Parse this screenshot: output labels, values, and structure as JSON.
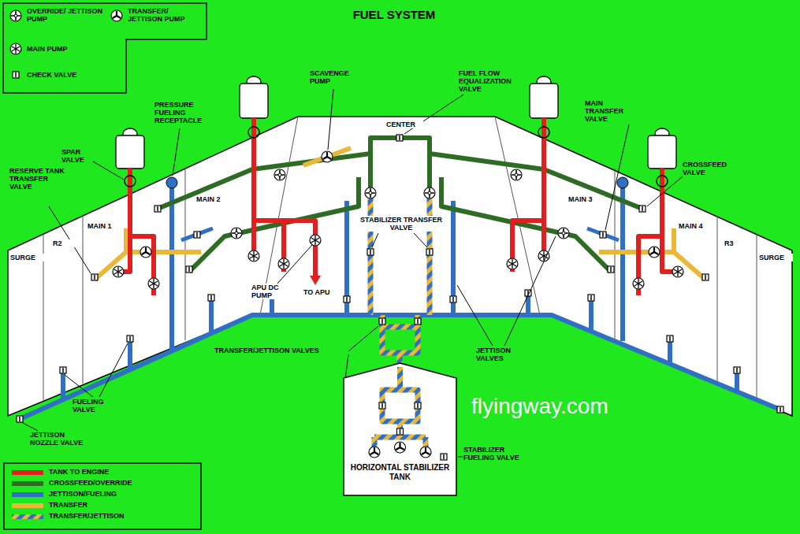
{
  "diagram": {
    "title": "FUEL SYSTEM",
    "nodes": [
      {
        "text": [
          "HORIZONTAL STABILIZER TANK"
        ]
      }
    ],
    "labels": [
      "SPAR VALVE",
      "PRESSURE FUELING RECEPTACLE",
      "RESERVE TANK TRANSFER VALVE",
      "SCAVENGE PUMP",
      "FUEL FLOW EQUALIZATION VALVE",
      "CENTER",
      "SURGE",
      "R2",
      "MAIN 1",
      "MAIN 2",
      "MAIN 3",
      "MAIN 4",
      "R3",
      "SURGE",
      "MAIN TRANSFER VALVE",
      "CROSSFEED VALVE",
      "STABILIZER TRANSFER VALVE",
      "APU DC PUMP",
      "TO APU",
      "TRANSFER/JETTISON VALVES",
      "JETTISON VALVES",
      "FUELING VALVE",
      "JETTISON NOZZLE VALVE",
      "STABILIZER FUELING VALVE",
      "flyingway.com"
    ],
    "legend": [
      {
        "text": "OVERRIDE/ JETTISON PUMP"
      },
      {
        "text": "TRANSFER/ JETTISON PUMP"
      },
      {
        "text": "MAIN PUMP"
      },
      {
        "text": "CHECK VALVE"
      },
      {
        "text": "TANK TO ENGINE",
        "color": "#e02020"
      },
      {
        "text": "CROSSFEED/OVERRIDE",
        "color": "#2e6b24"
      },
      {
        "text": "JETTISON/FUELING",
        "color": "#2f6fc4"
      },
      {
        "text": "TRANSFER",
        "color": "#e9b838"
      },
      {
        "text": "TRANSFER/JETTISON"
      }
    ]
  }
}
